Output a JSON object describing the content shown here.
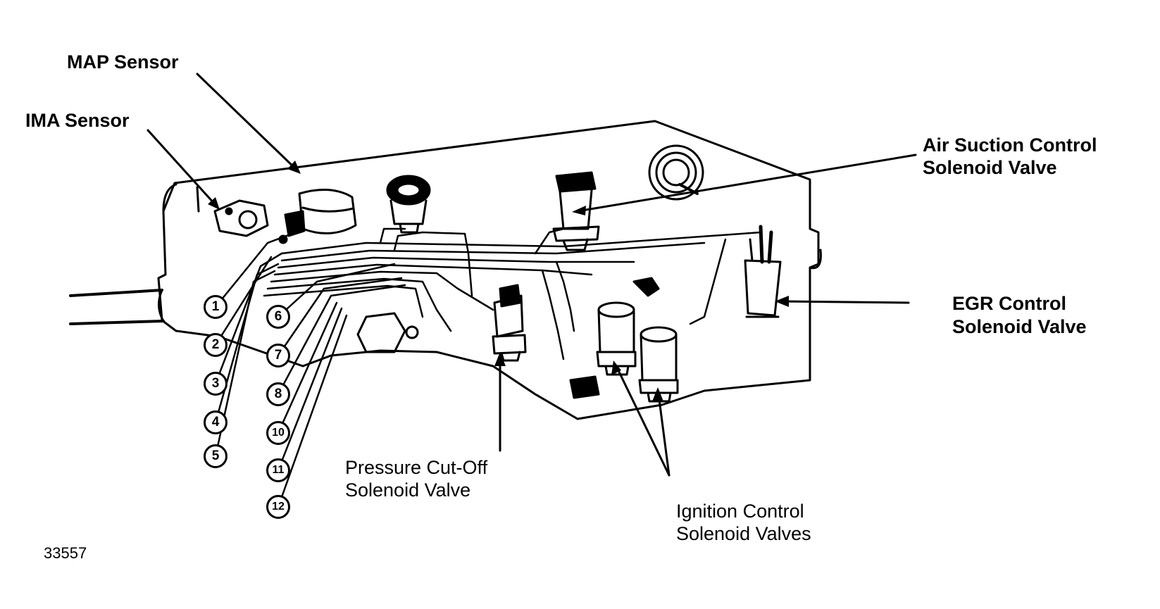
{
  "labels": {
    "map_sensor": "MAP Sensor",
    "ima_sensor": "IMA Sensor",
    "air_suction_line1": "Air Suction Control",
    "air_suction_line2": "Solenoid Valve",
    "egr_line1": "EGR Control",
    "egr_line2": "Solenoid Valve",
    "pressure_line1": "Pressure Cut-Off",
    "pressure_line2": "Solenoid Valve",
    "ignition_line1": "Ignition Control",
    "ignition_line2": "Solenoid Valves"
  },
  "callouts": [
    "1",
    "2",
    "3",
    "4",
    "5",
    "6",
    "7",
    "8",
    "10",
    "11",
    "12"
  ],
  "figure_number": "33557"
}
